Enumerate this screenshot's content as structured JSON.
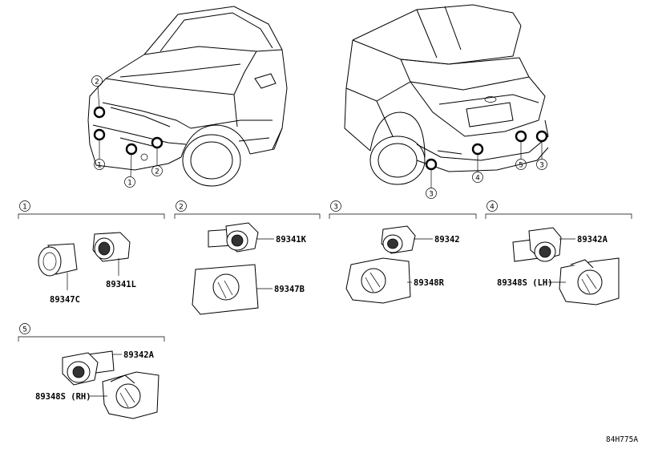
{
  "diagram_code": "84H775A",
  "car_callouts": {
    "front": [
      "2",
      "1",
      "1",
      "2"
    ],
    "rear": [
      "3",
      "4",
      "5",
      "3"
    ]
  },
  "groups": [
    {
      "index": "1",
      "parts": [
        "89347C",
        "89341L"
      ]
    },
    {
      "index": "2",
      "parts": [
        "89341K",
        "89347B"
      ]
    },
    {
      "index": "3",
      "parts": [
        "89342",
        "89348R"
      ]
    },
    {
      "index": "4",
      "parts": [
        "89342A",
        "89348S (LH)"
      ]
    },
    {
      "index": "5",
      "parts": [
        "89342A",
        "89348S (RH)"
      ]
    }
  ]
}
